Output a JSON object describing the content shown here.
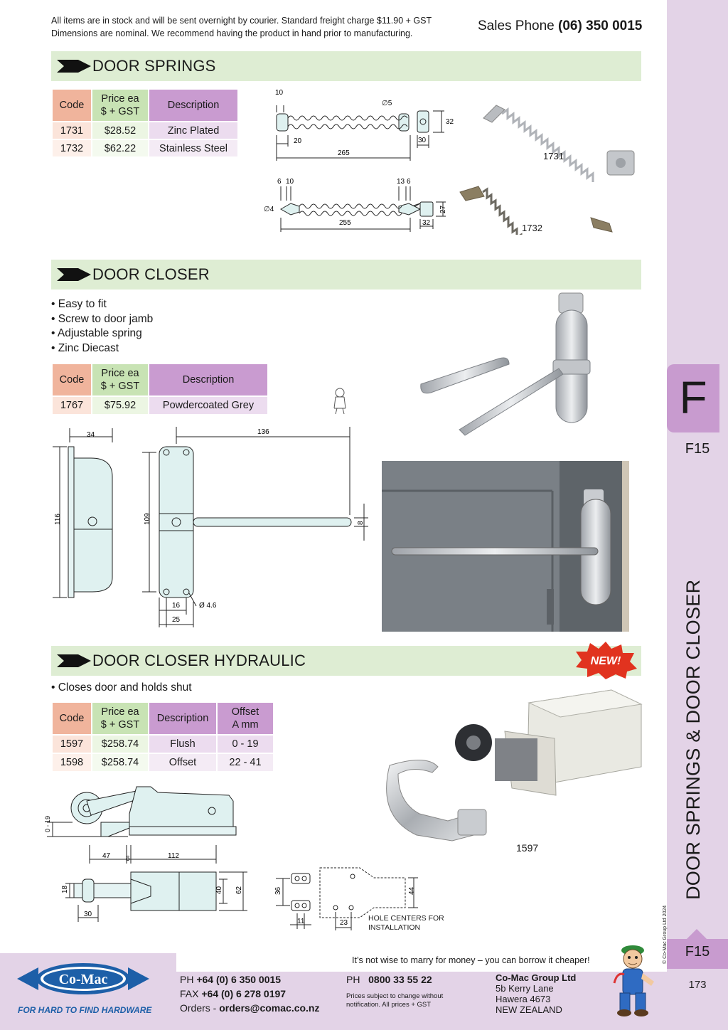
{
  "header": {
    "notice_line1": "All items are in stock and will be sent overnight by courier. Standard freight charge $11.90 + GST",
    "notice_line2": "Dimensions are nominal. We recommend having the product in hand prior to manufacturing.",
    "sales_phone_label": "Sales Phone",
    "sales_phone_number": "(06) 350 0015"
  },
  "sidebar": {
    "tab_letter": "F",
    "page_code_top": "F15",
    "vertical_title": "DOOR SPRINGS & DOOR CLOSER",
    "copyright": "© Co-Mac Group Ltd 2024",
    "page_code_bottom": "F15",
    "page_number": "173"
  },
  "sections": {
    "springs": {
      "title": "DOOR SPRINGS",
      "headers": {
        "code": "Code",
        "price_l1": "Price ea",
        "price_l2": "$ + GST",
        "desc": "Description"
      },
      "rows": [
        {
          "code": "1731",
          "price": "$28.52",
          "desc": "Zinc Plated"
        },
        {
          "code": "1732",
          "price": "$62.22",
          "desc": "Stainless Steel"
        }
      ],
      "dims_a": {
        "d10": "10",
        "d5": "∅5",
        "d20": "20",
        "d265": "265",
        "d30": "30",
        "d32": "32"
      },
      "dims_b": {
        "d6": "6",
        "d10": "10",
        "d13": "13",
        "d6b": "6",
        "d4": "∅4",
        "d255": "255",
        "d27": "27",
        "d32": "32"
      },
      "photo_labels": {
        "a": "1731",
        "b": "1732"
      }
    },
    "closer": {
      "title": "DOOR CLOSER",
      "bullets": [
        "• Easy to fit",
        "• Screw to door jamb",
        "• Adjustable spring",
        "• Zinc Diecast"
      ],
      "headers": {
        "code": "Code",
        "price_l1": "Price ea",
        "price_l2": "$ + GST",
        "desc": "Description"
      },
      "rows": [
        {
          "code": "1767",
          "price": "$75.92",
          "desc": "Powdercoated Grey"
        }
      ],
      "dims": {
        "d34": "34",
        "d116": "116",
        "d136": "136",
        "d109": "109",
        "d8": "8",
        "d16": "16",
        "d25": "25",
        "d46": "Ø 4.6"
      }
    },
    "hydraulic": {
      "title": "DOOR CLOSER HYDRAULIC",
      "badge": "NEW!",
      "bullets": [
        "• Closes door and holds shut"
      ],
      "headers": {
        "code": "Code",
        "price_l1": "Price ea",
        "price_l2": "$ + GST",
        "desc": "Description",
        "offset_l1": "Offset",
        "offset_l2": "A mm"
      },
      "rows": [
        {
          "code": "1597",
          "price": "$258.74",
          "desc": "Flush",
          "offset": "0 - 19"
        },
        {
          "code": "1598",
          "price": "$258.74",
          "desc": "Offset",
          "offset": "22 - 41"
        }
      ],
      "dims": {
        "d019": "0 - 19",
        "d47": "47",
        "d6": "6",
        "d112": "112",
        "d18": "18",
        "d30": "30",
        "d40": "40",
        "d62": "62",
        "d36": "36",
        "d11": "11",
        "d23": "23",
        "d44": "44"
      },
      "hole_note_l1": "HOLE CENTERS FOR",
      "hole_note_l2": "INSTALLATION",
      "photo_label": "1597"
    }
  },
  "footer": {
    "quote": "It’s not wise to marry for money – you can borrow it cheaper!",
    "logo_text": "Co-Mac",
    "tagline": "FOR HARD TO FIND HARDWARE",
    "ph_label": "PH",
    "ph_number": "+64 (0) 6 350 0015",
    "fax_label": "FAX",
    "fax_number": "+64 (0) 6 278 0197",
    "orders_label": "Orders -",
    "orders_email": "orders@comac.co.nz",
    "ph2_label": "PH",
    "ph2_number": "0800 33 55 22",
    "disclaimer_l1": "Prices subject to change without",
    "disclaimer_l2": "notification. All prices + GST",
    "company": "Co-Mac Group Ltd",
    "address_l1": "5b Kerry Lane",
    "address_l2": "Hawera 4673",
    "address_l3": "NEW ZEALAND"
  }
}
